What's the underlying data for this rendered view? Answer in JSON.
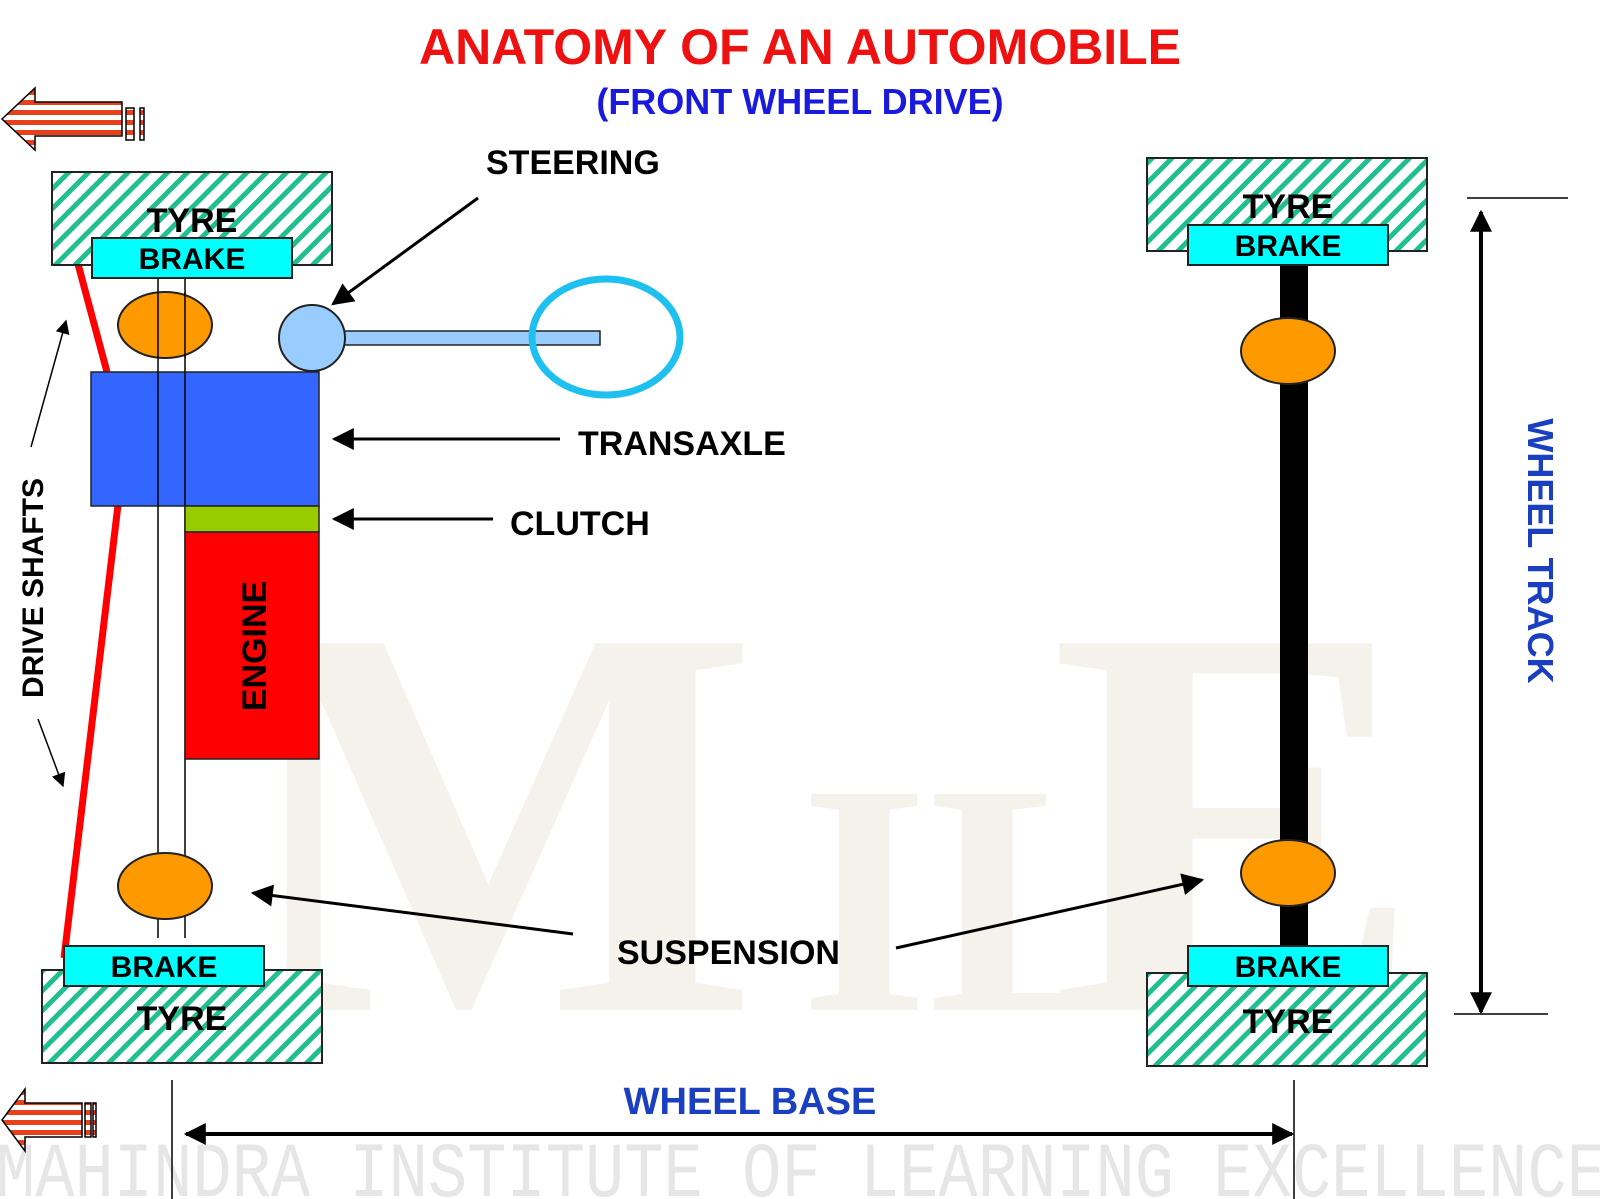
{
  "title": "ANATOMY OF AN AUTOMOBILE",
  "subtitle": "(FRONT WHEEL DRIVE)",
  "colors": {
    "title": "#ee1111",
    "subtitle": "#1a1adf",
    "dimension_label": "#1a3fc0",
    "tyre_hatch": "#1fbf8f",
    "brake": "#00ffff",
    "transaxle": "#3366ff",
    "clutch": "#99cc00",
    "engine": "#ff0000",
    "suspension": "#ff9900",
    "steering_joint": "#99ccff",
    "steering_wheel": "#1ec0f0",
    "drive_shaft": "#ff0000",
    "rear_axle": "#000000",
    "direction_arrow": "#e8401a",
    "watermark": "#e6e6e6",
    "watermark_logo": "#f5f2ec"
  },
  "components": {
    "tyre_front_top": "TYRE",
    "brake_front_top": "BRAKE",
    "brake_front_bottom": "BRAKE",
    "tyre_front_bottom": "TYRE",
    "tyre_rear_top": "TYRE",
    "brake_rear_top": "BRAKE",
    "brake_rear_bottom": "BRAKE",
    "tyre_rear_bottom": "TYRE",
    "engine": "ENGINE"
  },
  "callouts": {
    "steering": "STEERING",
    "transaxle": "TRANSAXLE",
    "clutch": "CLUTCH",
    "suspension": "SUSPENSION",
    "drive_shafts": "DRIVE SHAFTS"
  },
  "dimensions": {
    "wheel_base": "WHEEL BASE",
    "wheel_track": "WHEEL TRACK"
  },
  "direction_icon": "left-arrow-icon",
  "watermark": {
    "logo": "MILE",
    "footer": "MAHINDRA INSTITUTE OF LEARNING EXCELLENCE"
  }
}
